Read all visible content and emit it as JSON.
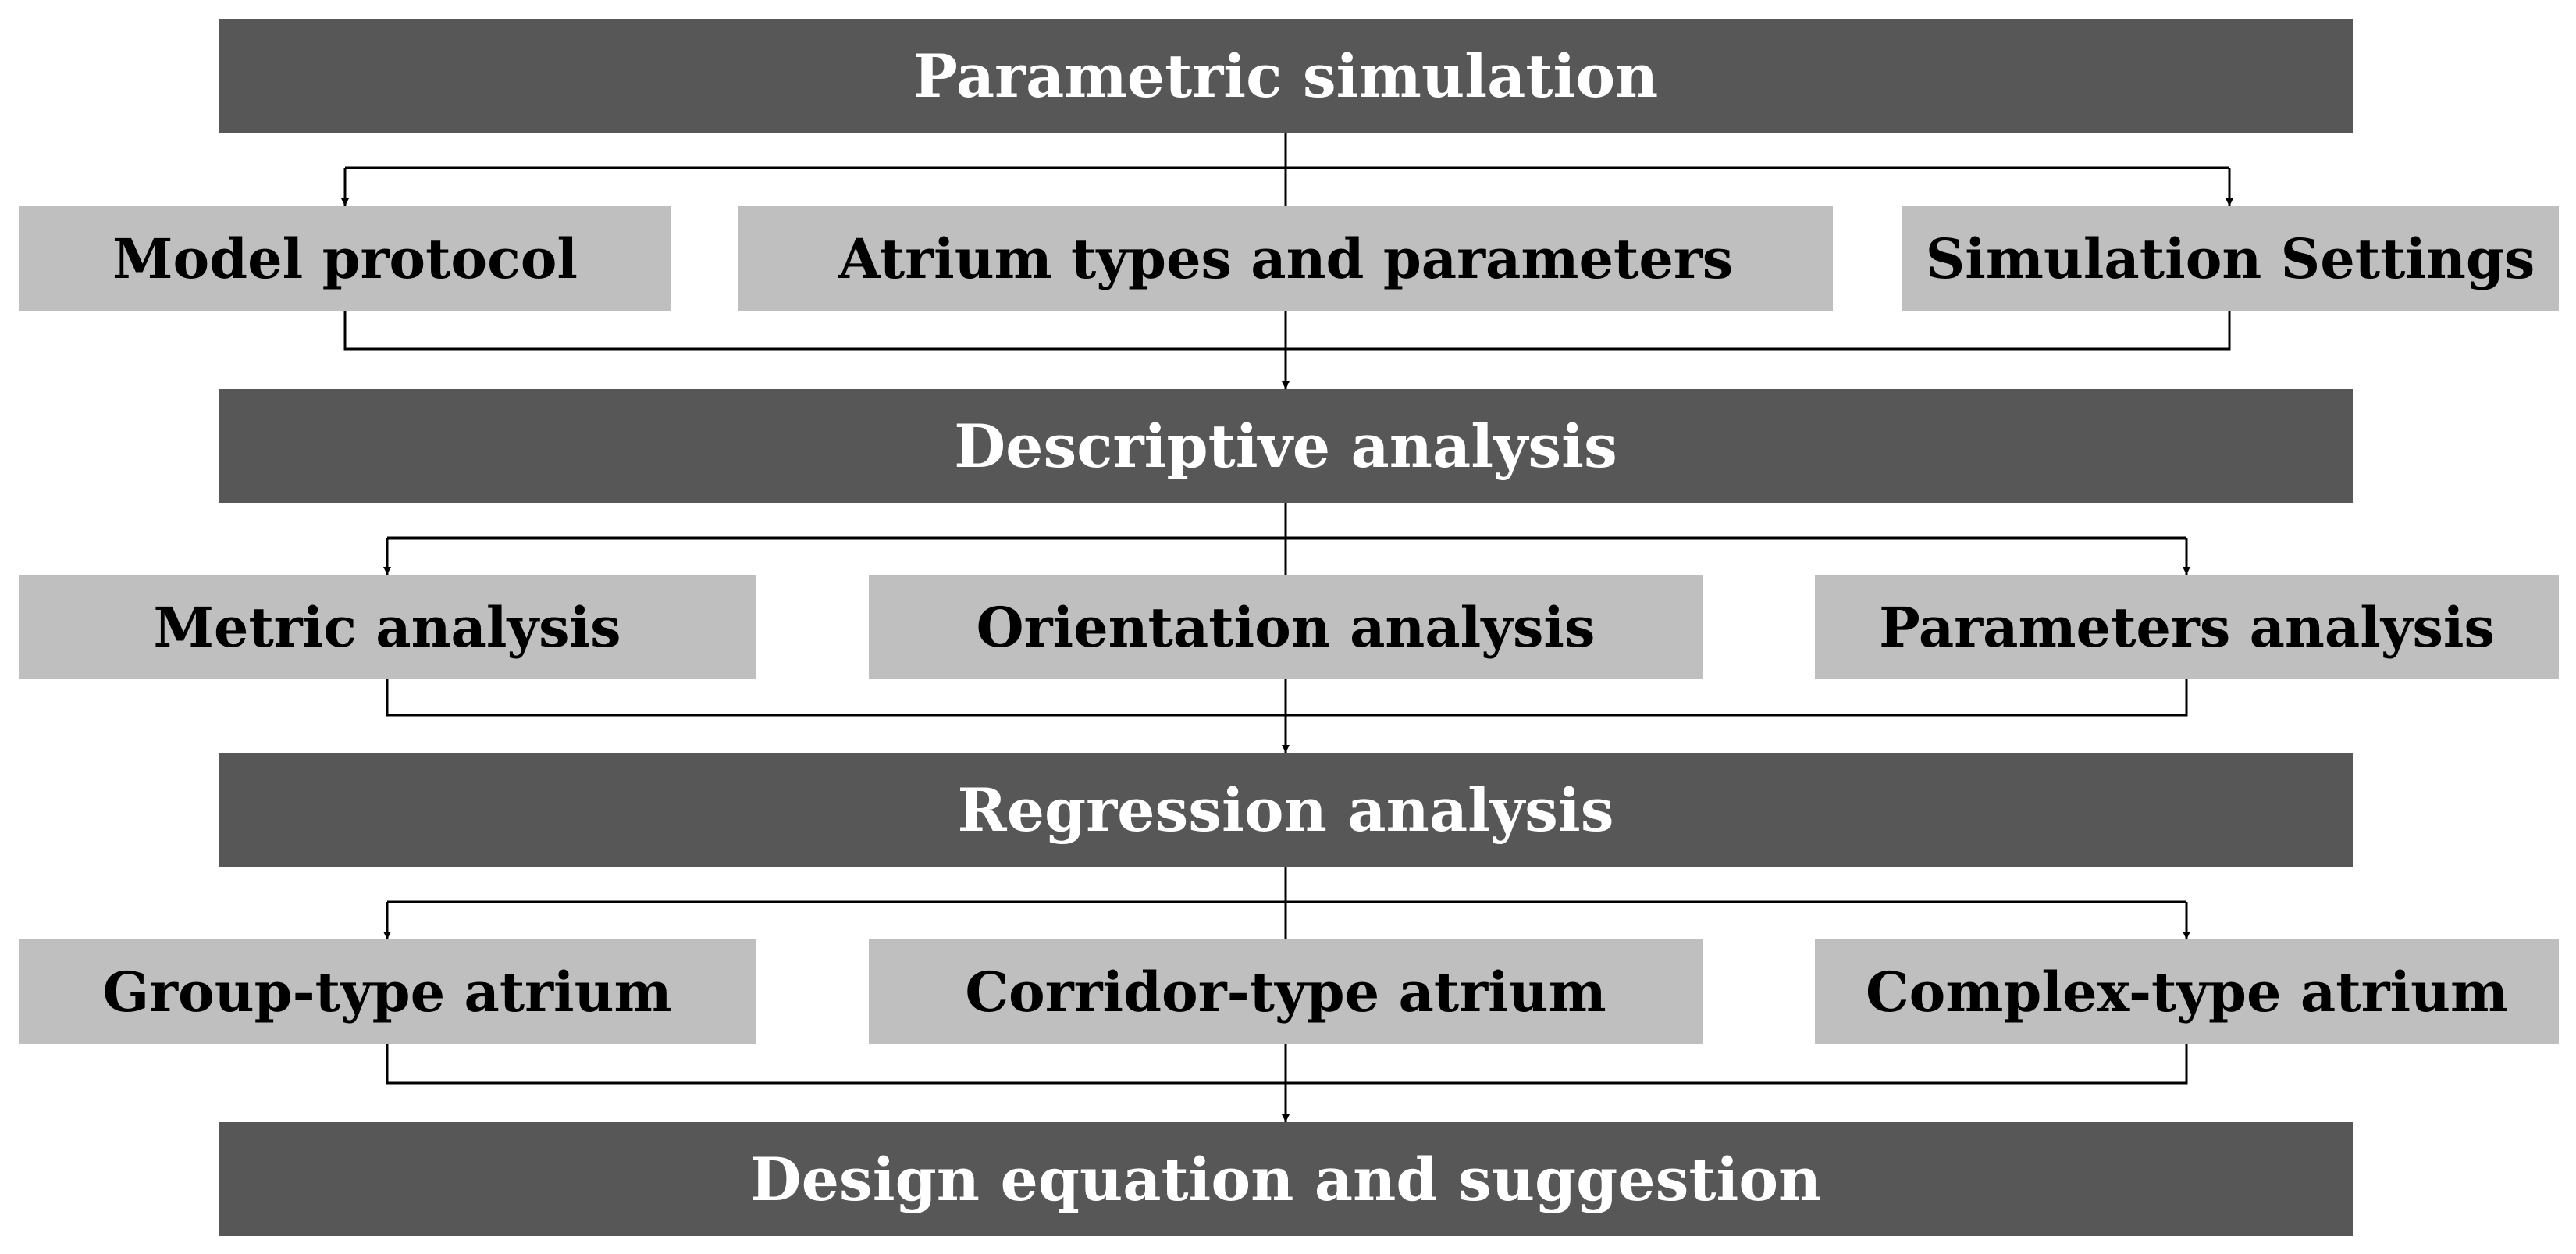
{
  "stages": [
    {
      "label": "Parametric simulation",
      "items": [
        "Model protocol",
        "Atrium types and parameters",
        "Simulation Settings"
      ]
    },
    {
      "label": "Descriptive analysis",
      "items": [
        "Metric analysis",
        "Orientation analysis",
        "Parameters analysis"
      ]
    },
    {
      "label": "Regression analysis",
      "items": [
        "Group-type atrium",
        "Corridor-type atrium",
        "Complex-type atrium"
      ]
    },
    {
      "label": "Design equation and suggestion"
    }
  ],
  "colors": {
    "main_box": "#575757",
    "sub_box": "#bfbfbf",
    "main_text": "#ffffff",
    "sub_text": "#000000",
    "connector": "#000000"
  }
}
